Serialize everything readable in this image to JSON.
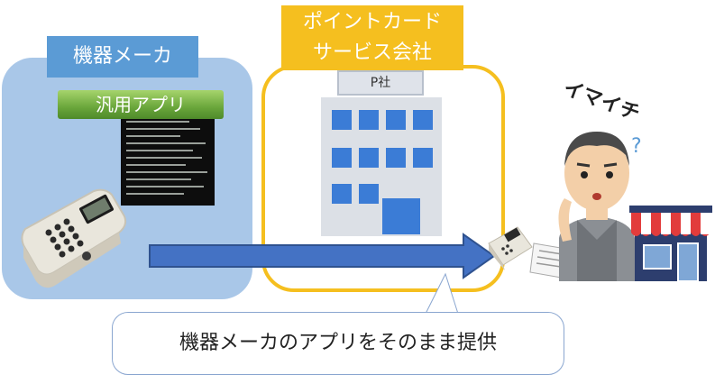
{
  "maker": {
    "label": "機器メーカ",
    "app_label": "汎用アプリ"
  },
  "company": {
    "label_line1": "ポイントカード",
    "label_line2": "サービス会社",
    "sign": "P社"
  },
  "person": {
    "thought": "イマイチ",
    "question_mark": "?"
  },
  "callout": {
    "text": "機器メーカのアプリをそのまま提供"
  },
  "colors": {
    "maker_panel": "#a9c7e8",
    "maker_label": "#5b9bd5",
    "app_label": "#6aa63b",
    "company": "#f5bf1f",
    "arrow": "#4472c4",
    "window": "#3b7cd6"
  },
  "icons": [
    "terminal-screenshot",
    "card-terminal-icon",
    "office-building-icon",
    "shopkeeper-icon",
    "shop-icon",
    "receipt-icon",
    "arrow-right"
  ]
}
